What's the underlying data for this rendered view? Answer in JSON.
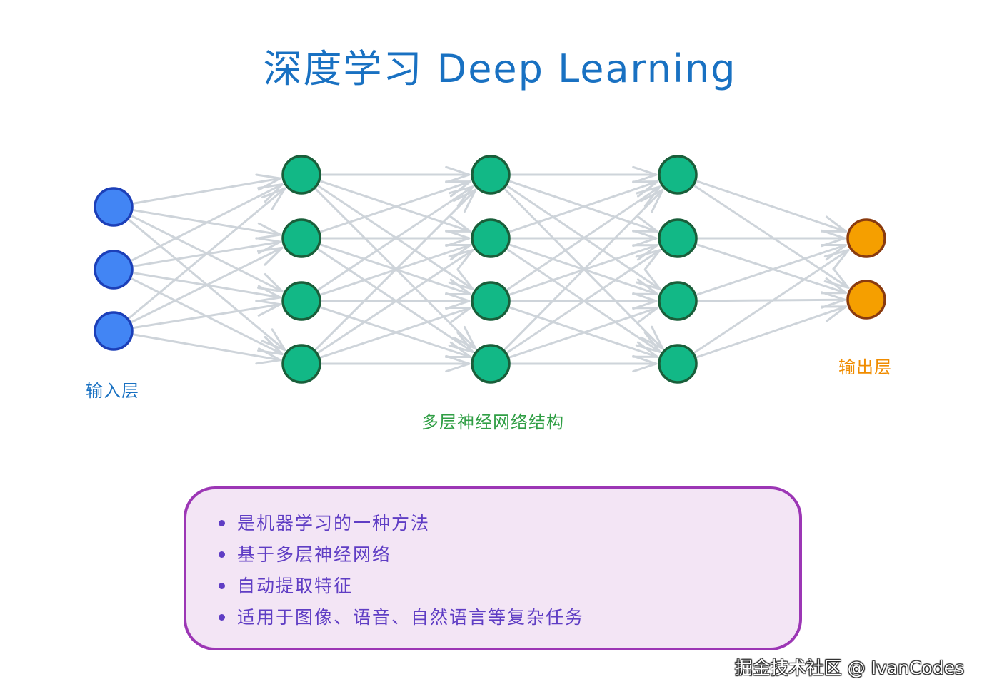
{
  "title": "深度学习 Deep Learning",
  "layers": [
    {
      "label": "输入层",
      "nodes": 3,
      "fill": "#4285f4",
      "stroke": "#1c3fb8"
    },
    {
      "label": "",
      "nodes": 4,
      "fill": "#12b886",
      "stroke": "#1a5e3a"
    },
    {
      "label": "",
      "nodes": 4,
      "fill": "#12b886",
      "stroke": "#1a5e3a"
    },
    {
      "label": "",
      "nodes": 4,
      "fill": "#12b886",
      "stroke": "#1a5e3a"
    },
    {
      "label": "输出层",
      "nodes": 2,
      "fill": "#f59f00",
      "stroke": "#8a3b0f"
    }
  ],
  "labels": {
    "input": "输入层",
    "hidden": "多层神经网络结构",
    "output": "输出层"
  },
  "notes": [
    "是机器学习的一种方法",
    "基于多层神经网络",
    "自动提取特征",
    "适用于图像、语音、自然语言等复杂任务"
  ],
  "watermark": "掘金技术社区 @ IvanCodes",
  "colors": {
    "title": "#1971c2",
    "input": "#1971c2",
    "hidden": "#2f9e44",
    "output": "#f08c00",
    "edge": "#ced4da",
    "note_border": "#9c36b5",
    "note_fill": "#f3e5f5",
    "note_text": "#5f3dc4"
  }
}
